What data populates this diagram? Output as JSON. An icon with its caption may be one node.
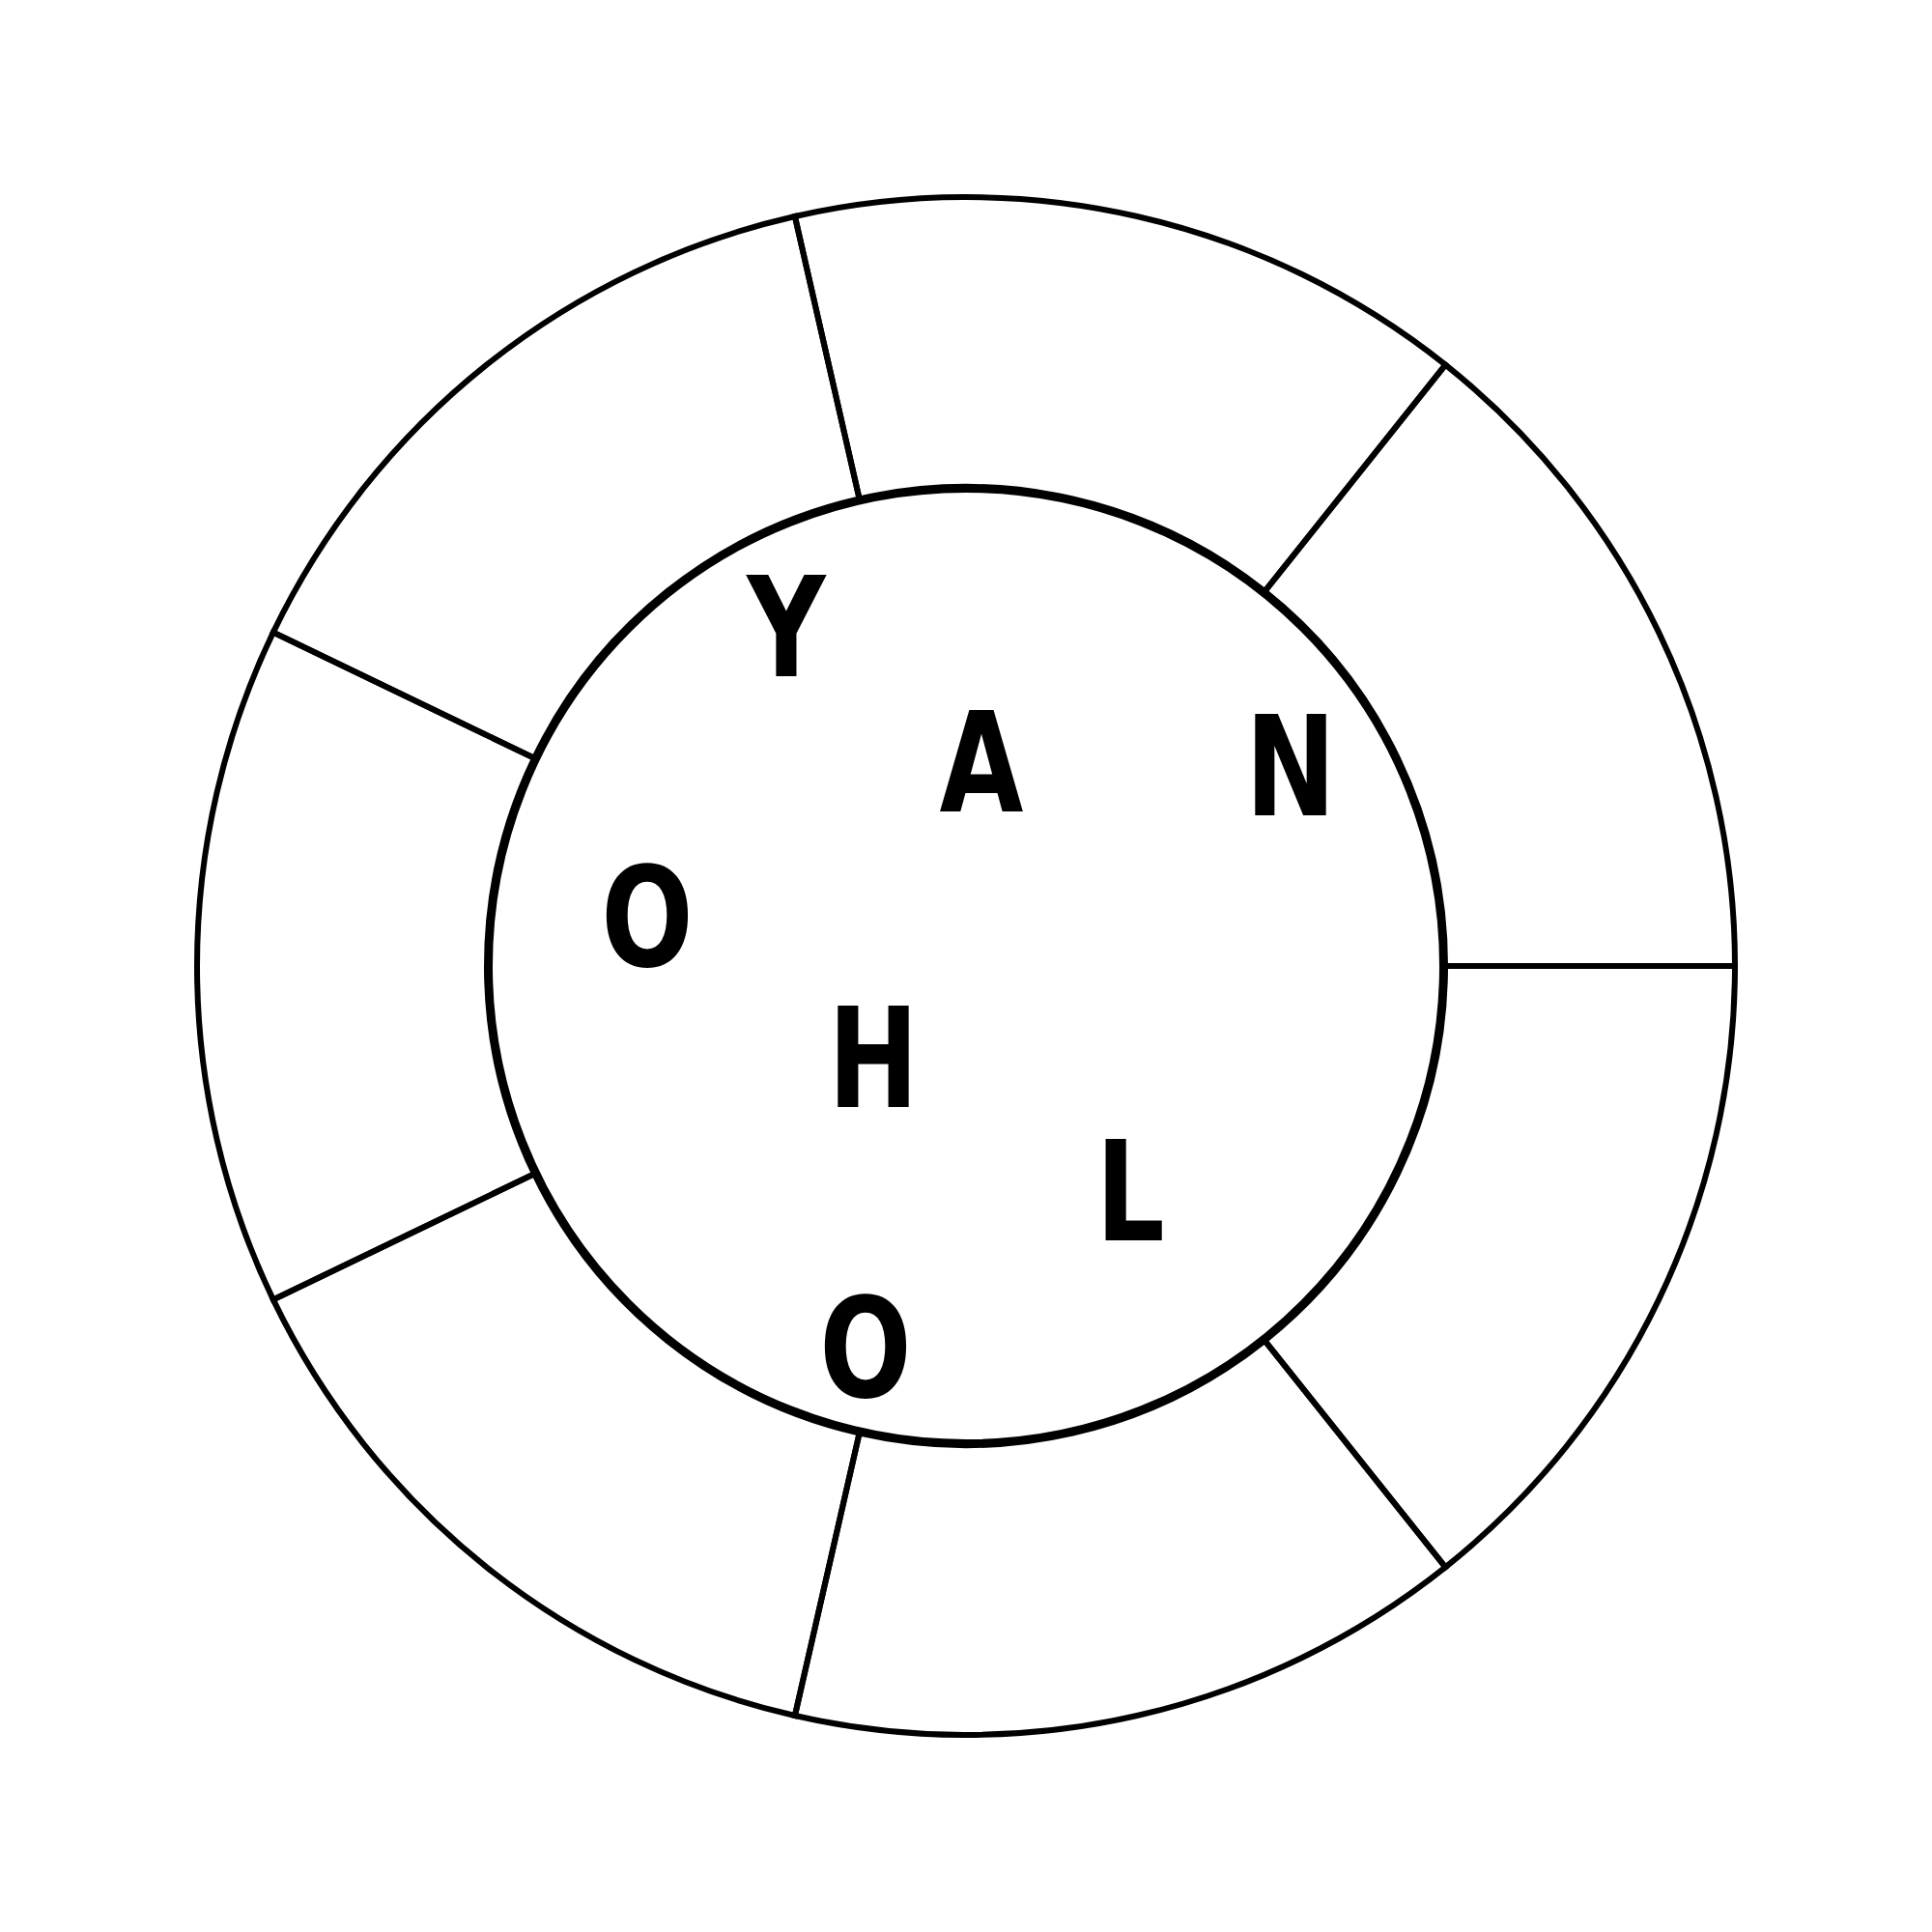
{
  "diagram": {
    "nodes": [
      {
        "text": [
          "Y",
          "A",
          "N",
          "O",
          "H",
          "L",
          "O"
        ]
      },
      {
        "text": [],
        "shape": "segment"
      },
      {
        "text": [],
        "shape": "segment"
      },
      {
        "text": [],
        "shape": "segment"
      },
      {
        "text": [],
        "shape": "segment"
      },
      {
        "text": [],
        "shape": "segment"
      },
      {
        "text": [],
        "shape": "segment"
      },
      {
        "text": [],
        "shape": "segment"
      }
    ]
  }
}
